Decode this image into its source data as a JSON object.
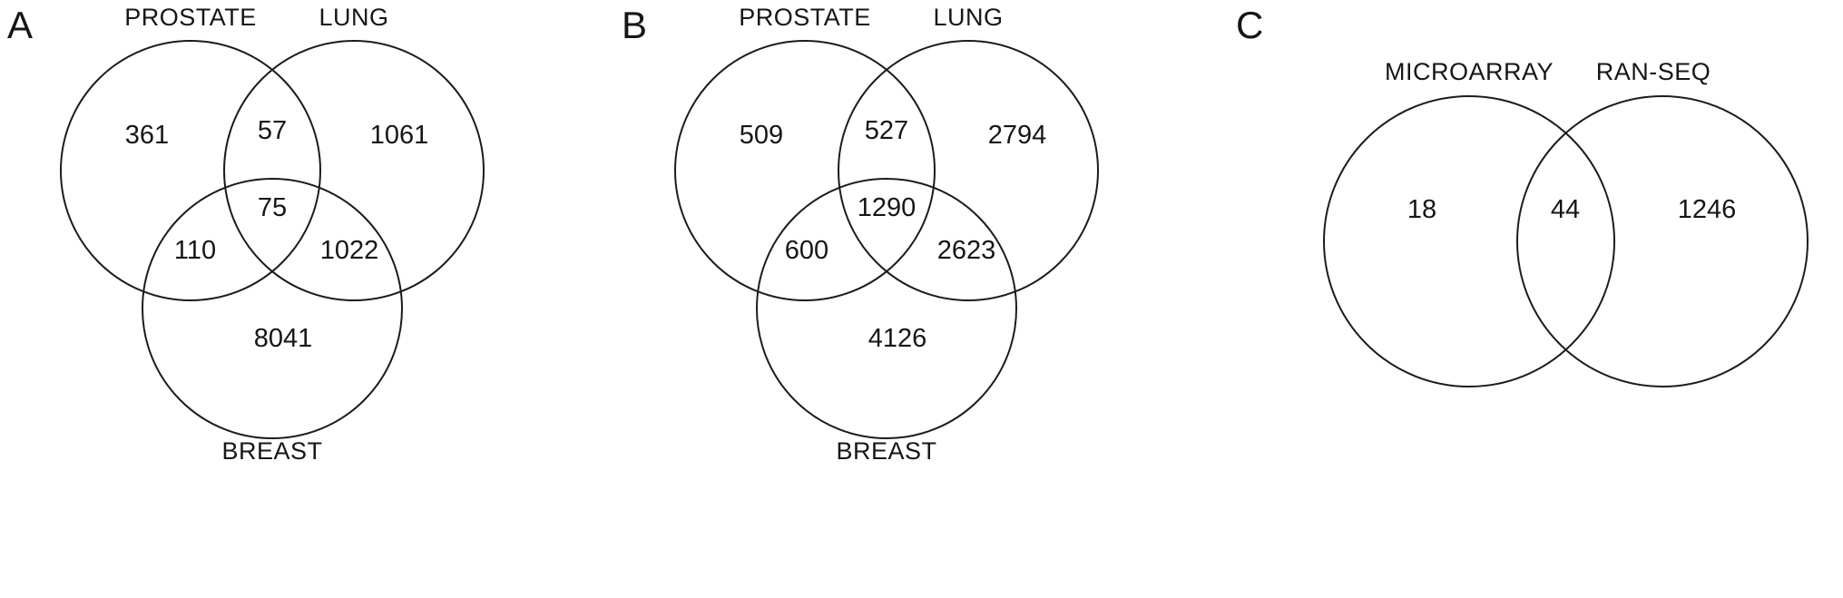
{
  "figure": {
    "background_color": "#ffffff",
    "stroke_color": "#1c1c1c",
    "text_color": "#161616"
  },
  "panels": {
    "a": {
      "letter": "A",
      "sets": {
        "set1": "PROSTATE",
        "set2": "LUNG",
        "set3": "BREAST"
      },
      "counts": {
        "only1": "361",
        "i12": "57",
        "only2": "1061",
        "i123": "75",
        "i13": "110",
        "i23": "1022",
        "only3": "8041"
      }
    },
    "b": {
      "letter": "B",
      "sets": {
        "set1": "PROSTATE",
        "set2": "LUNG",
        "set3": "BREAST"
      },
      "counts": {
        "only1": "509",
        "i12": "527",
        "only2": "2794",
        "i123": "1290",
        "i13": "600",
        "i23": "2623",
        "only3": "4126"
      }
    },
    "c": {
      "letter": "C",
      "sets": {
        "set1": "MICROARRAY",
        "set2": "RAN-SEQ"
      },
      "counts": {
        "only1": "18",
        "i12": "44",
        "only2": "1246"
      }
    }
  },
  "chart_data": [
    {
      "type": "venn",
      "panel": "A",
      "sets": [
        "PROSTATE",
        "LUNG",
        "BREAST"
      ],
      "regions": {
        "PROSTATE_only": 361,
        "PROSTATE_LUNG": 57,
        "LUNG_only": 1061,
        "PROSTATE_LUNG_BREAST": 75,
        "PROSTATE_BREAST": 110,
        "LUNG_BREAST": 1022,
        "BREAST_only": 8041
      }
    },
    {
      "type": "venn",
      "panel": "B",
      "sets": [
        "PROSTATE",
        "LUNG",
        "BREAST"
      ],
      "regions": {
        "PROSTATE_only": 509,
        "PROSTATE_LUNG": 527,
        "LUNG_only": 2794,
        "PROSTATE_LUNG_BREAST": 1290,
        "PROSTATE_BREAST": 600,
        "LUNG_BREAST": 2623,
        "BREAST_only": 4126
      }
    },
    {
      "type": "venn",
      "panel": "C",
      "sets": [
        "MICROARRAY",
        "RAN-SEQ"
      ],
      "regions": {
        "MICROARRAY_only": 18,
        "MICROARRAY_RAN-SEQ": 44,
        "RAN-SEQ_only": 1246
      }
    }
  ]
}
